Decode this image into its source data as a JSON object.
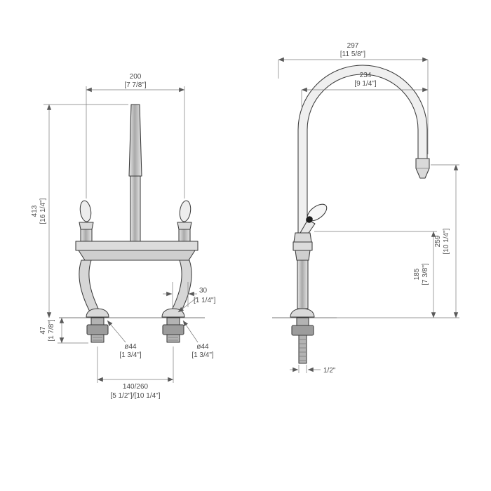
{
  "drawing": {
    "front_view": {
      "dim_width": {
        "mm": "200",
        "inch": "[7 7/8\"]"
      },
      "dim_height": {
        "mm": "413",
        "inch": "[16 1/4\"]"
      },
      "dim_deck": {
        "mm": "47",
        "inch": "[1 7/8\"]"
      },
      "dim_offset": {
        "mm": "30",
        "inch": "[1 1/4\"]"
      },
      "dim_flange_left": {
        "mm": "ø44",
        "inch": "[1 3/4\"]"
      },
      "dim_flange_right": {
        "mm": "ø44",
        "inch": "[1 3/4\"]"
      },
      "dim_centers": {
        "mm": "140/260",
        "inch": "[5 1/2\"]/[10 1/4\"]"
      }
    },
    "side_view": {
      "dim_reach_overall": {
        "mm": "297",
        "inch": "[11 5/8\"]"
      },
      "dim_reach_spout": {
        "mm": "234",
        "inch": "[9 1/4\"]"
      },
      "dim_height_overall": {
        "mm": "259",
        "inch": "[10 1/4\"]"
      },
      "dim_height_spout": {
        "mm": "185",
        "inch": "[7 3/8\"]"
      },
      "dim_connection": {
        "size": "1/2\""
      }
    }
  }
}
